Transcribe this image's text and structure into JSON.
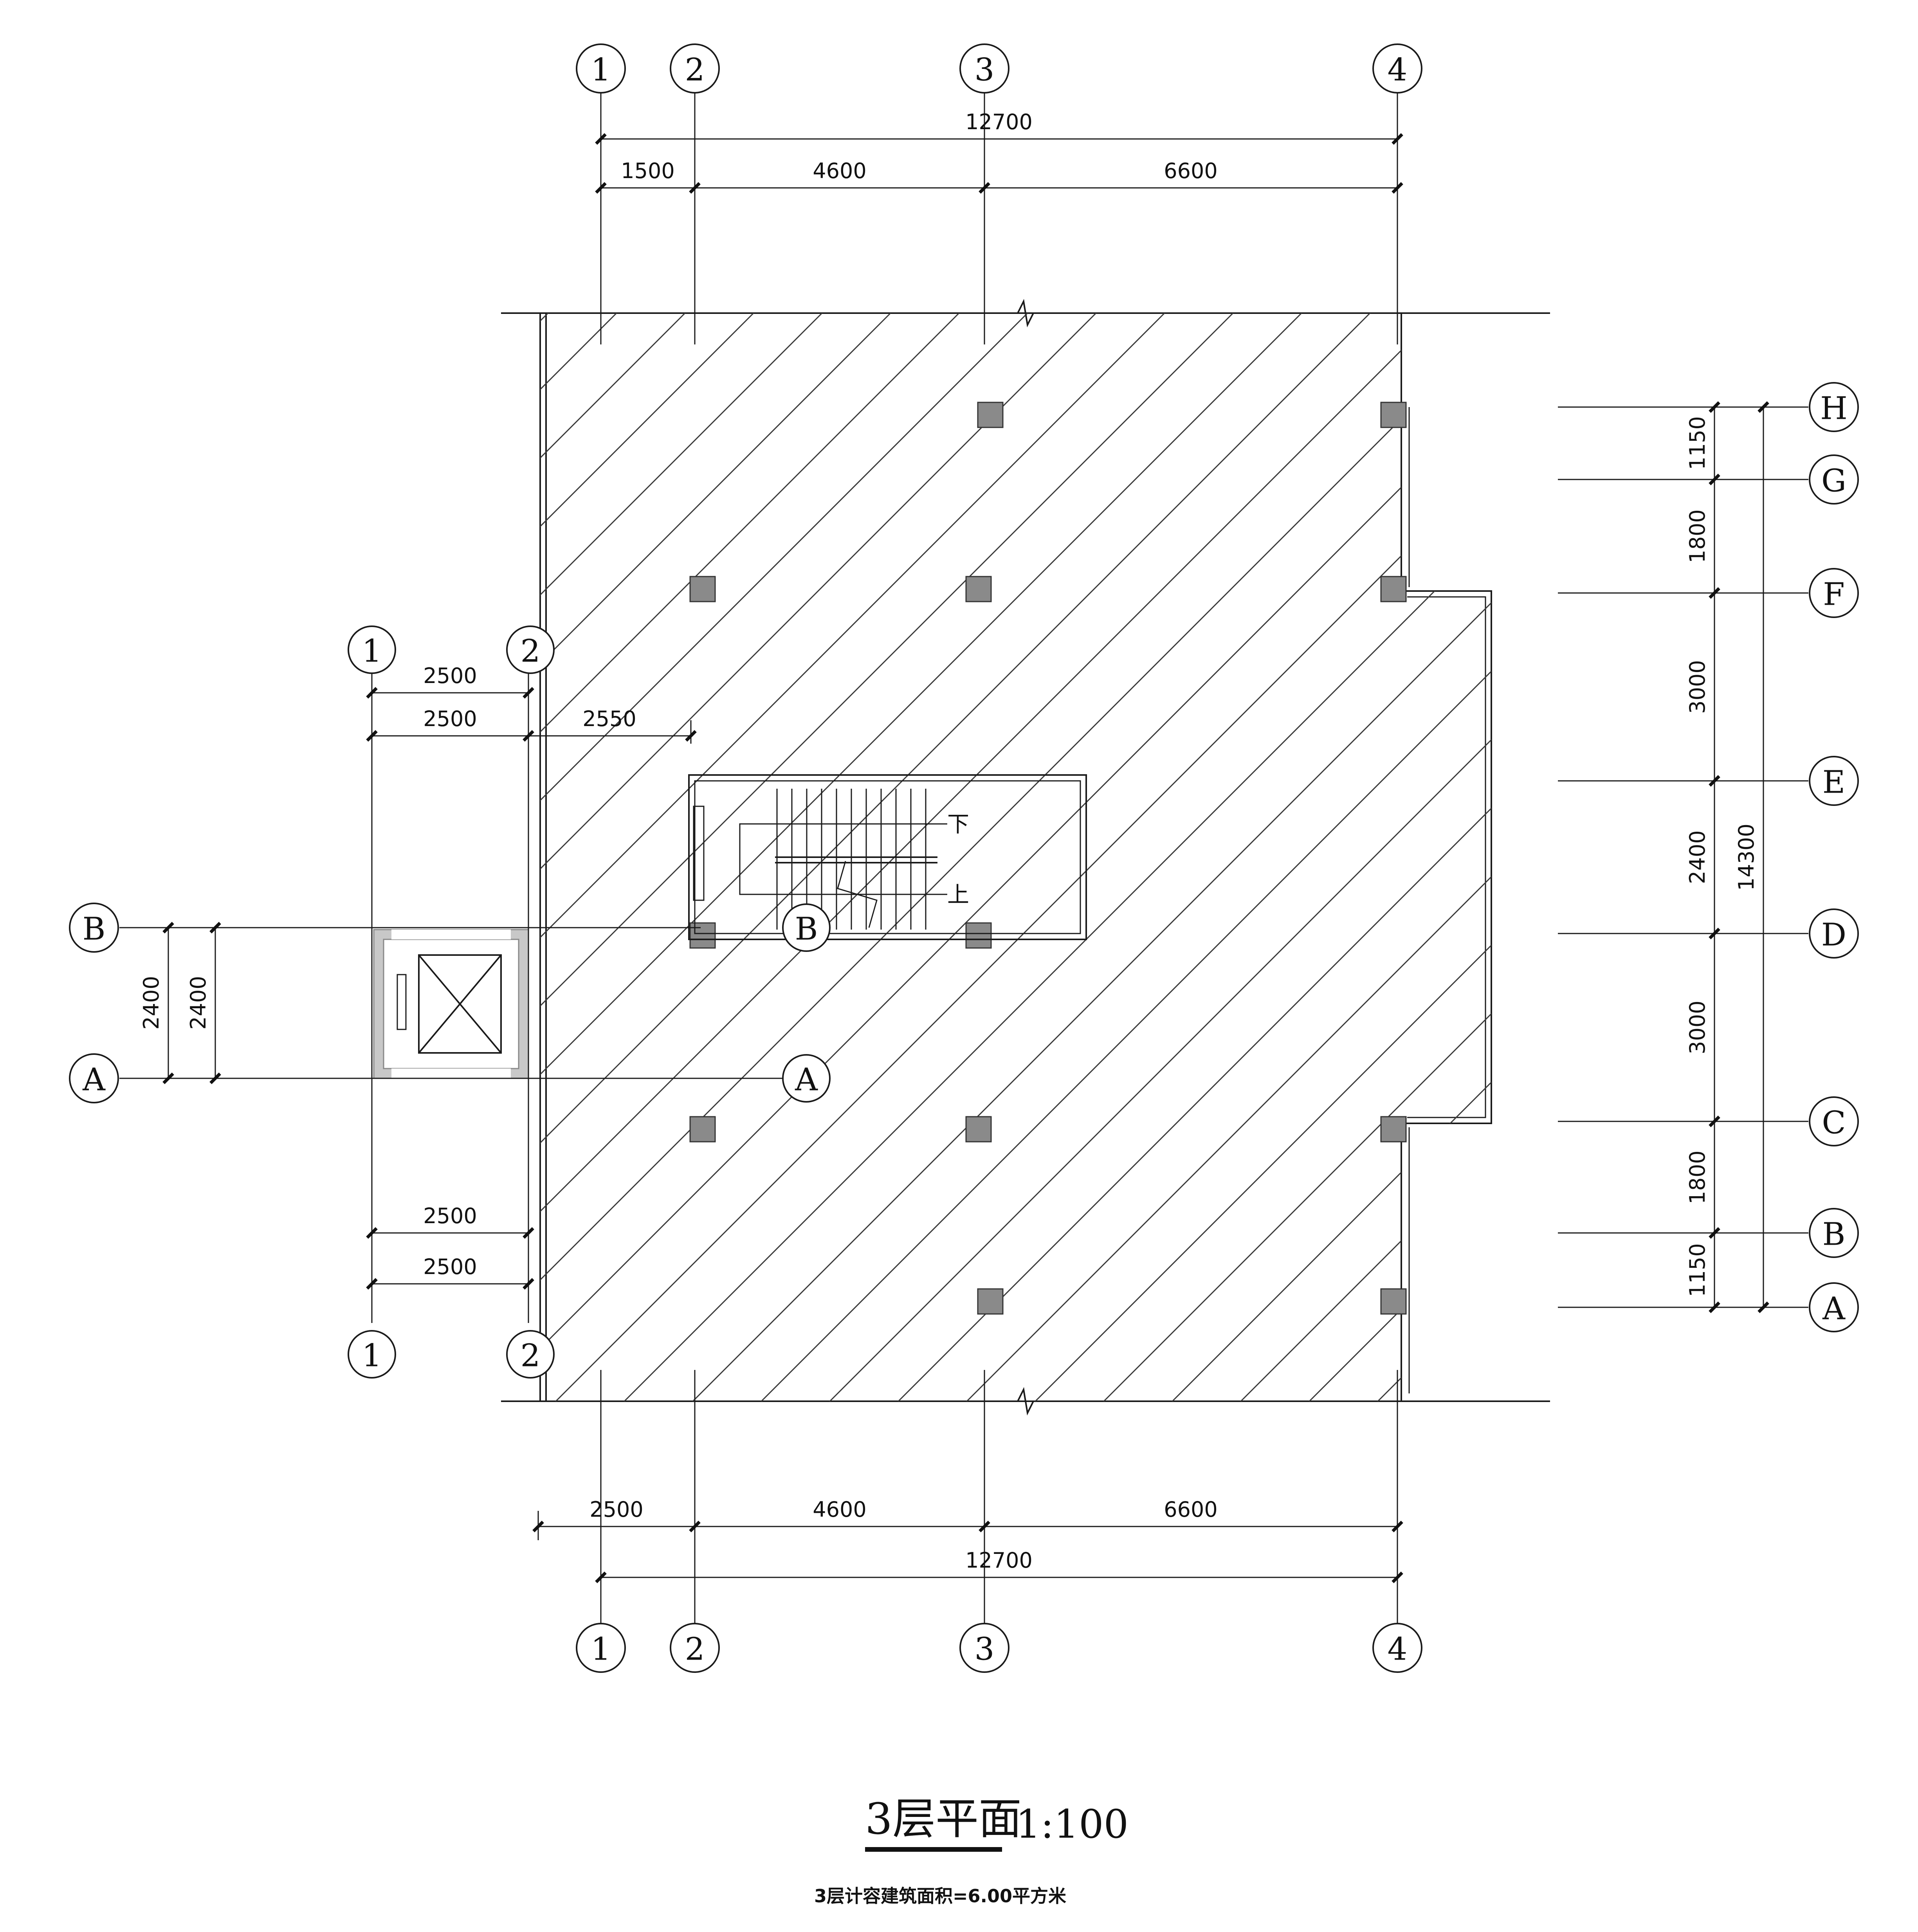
{
  "grid": {
    "top_axis_labels": [
      "1",
      "2",
      "3",
      "4"
    ],
    "bottom_axis_labels": [
      "1",
      "2",
      "3",
      "4"
    ],
    "right_axis_labels": [
      "H",
      "G",
      "F",
      "E",
      "D",
      "C",
      "B",
      "A"
    ],
    "left_axis_labels": [
      "B",
      "A"
    ],
    "elevator_axis_labels": [
      "1",
      "2"
    ],
    "stair_axis_labels": [
      "B",
      "A"
    ]
  },
  "dimensions": {
    "top_total": "12700",
    "top_segments": [
      "1500",
      "4600",
      "6600"
    ],
    "bottom_segments": [
      "2500",
      "4600",
      "6600"
    ],
    "bottom_total": "12700",
    "right_segments": [
      "1150",
      "1800",
      "3000",
      "2400",
      "3000",
      "1800",
      "1150"
    ],
    "right_total": "14300",
    "left_segments": [
      "2400",
      "2400"
    ],
    "elevator_top": [
      "2500",
      "2500"
    ],
    "elevator_top_extra": "2550",
    "elevator_bottom": [
      "2500",
      "2500"
    ]
  },
  "stair": {
    "down_label": "下",
    "up_label": "上"
  },
  "title": {
    "main": "3层平面",
    "scale": "1:100"
  },
  "note": "3层计容建筑面积=6.00平方米",
  "colors": {
    "line": "#1a1a1a",
    "column": "#8a8a8a",
    "elevator_wall": "#b5b5b5"
  }
}
